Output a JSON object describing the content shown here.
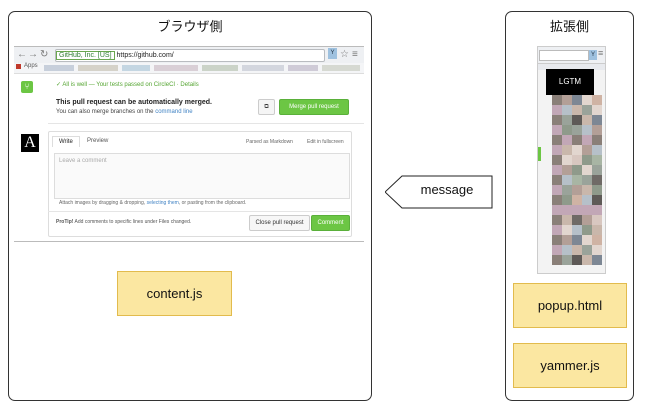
{
  "panels": {
    "browser_title": "ブラウザ側",
    "extension_title": "拡張側"
  },
  "boxes": {
    "content": "content.js",
    "popup": "popup.html",
    "yammer": "yammer.js"
  },
  "arrow": {
    "label": "message"
  },
  "screenshot": {
    "url_ev": "GitHub, Inc. [US]",
    "url": "https://github.com/",
    "bookmarks_apps": "Apps",
    "status": "✓ All is well — Your tests passed on CircleCI · Details",
    "merge_title": "This pull request can be automatically merged.",
    "merge_sub_pre": "You can also merge branches on the ",
    "merge_sub_link": "command line",
    "merge_button": "Merge pull request",
    "tab_write": "Write",
    "tab_preview": "Preview",
    "parsed_markdown": "Parsed as Markdown",
    "edit_markdown": "Edit in fullscreen",
    "comment_placeholder": "Leave a comment",
    "attach_pre": "Attach images by dragging & dropping, ",
    "attach_link": "selecting them",
    "attach_post": ", or pasting from the clipboard.",
    "protip_label": "ProTip!",
    "protip_text": " Add comments to specific lines under Files changed.",
    "close_button": "Close pull request",
    "comment_button": "Comment",
    "popup_lgtm": "LGTM"
  }
}
